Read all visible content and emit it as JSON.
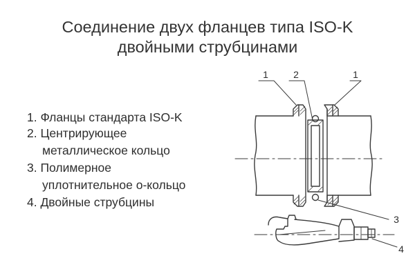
{
  "title": {
    "line1": "Соединение двух фланцев типа ISO-K",
    "line2": "двойными струбцинами"
  },
  "legend": [
    "1. Фланцы стандарта ISO-K",
    "2. Центрирующее",
    "металлическое кольцо",
    "3. Полимерное",
    "уплотнительное о-кольцо",
    "4. Двойные струбцины"
  ],
  "callouts": {
    "flange_left": "1",
    "centering_ring": "2",
    "flange_right": "1",
    "o_ring": "3",
    "clamp": "4"
  },
  "colors": {
    "line": "#3a3a3a",
    "text": "#2e2e2e",
    "background": "#ffffff"
  }
}
